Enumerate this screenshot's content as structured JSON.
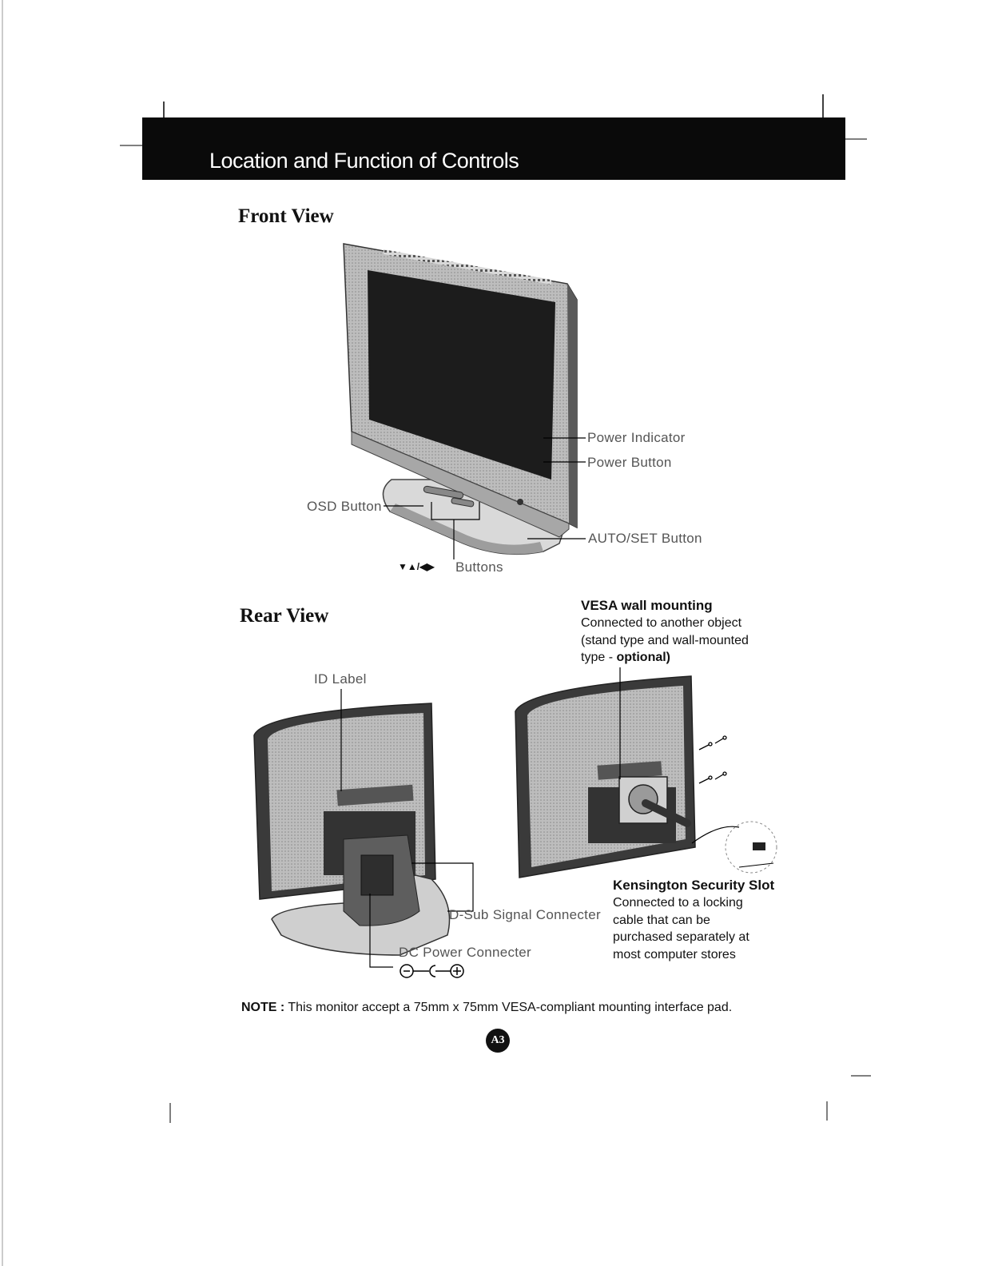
{
  "header": {
    "title": "Location and Function of Controls"
  },
  "front_view": {
    "title": "Front View",
    "labels": {
      "power_indicator": "Power Indicator",
      "power_button": "Power Button",
      "osd_button": "OSD Button",
      "auto_set_button": "AUTO/SET Button",
      "arrows": "▼▲/◀▶",
      "arrow_buttons": "Buttons"
    }
  },
  "rear_view": {
    "title": "Rear View",
    "labels": {
      "id_label": "ID Label",
      "dsub": "D-Sub Signal Connecter",
      "dc_power": "DC Power Connecter"
    },
    "vesa": {
      "title": "VESA wall mounting",
      "line1": "Connected to another object",
      "line2": "(stand type and wall-mounted",
      "line3_prefix": "type - ",
      "line3_bold": "optional)"
    },
    "kensington": {
      "title": "Kensington Security Slot",
      "line1": "Connected to a locking",
      "line2": "cable that can be",
      "line3": "purchased separately at",
      "line4": "most computer stores"
    }
  },
  "note": {
    "label": "NOTE :",
    "text": " This monitor accept a 75mm x 75mm VESA-compliant mounting interface pad."
  },
  "page_number": "A3"
}
